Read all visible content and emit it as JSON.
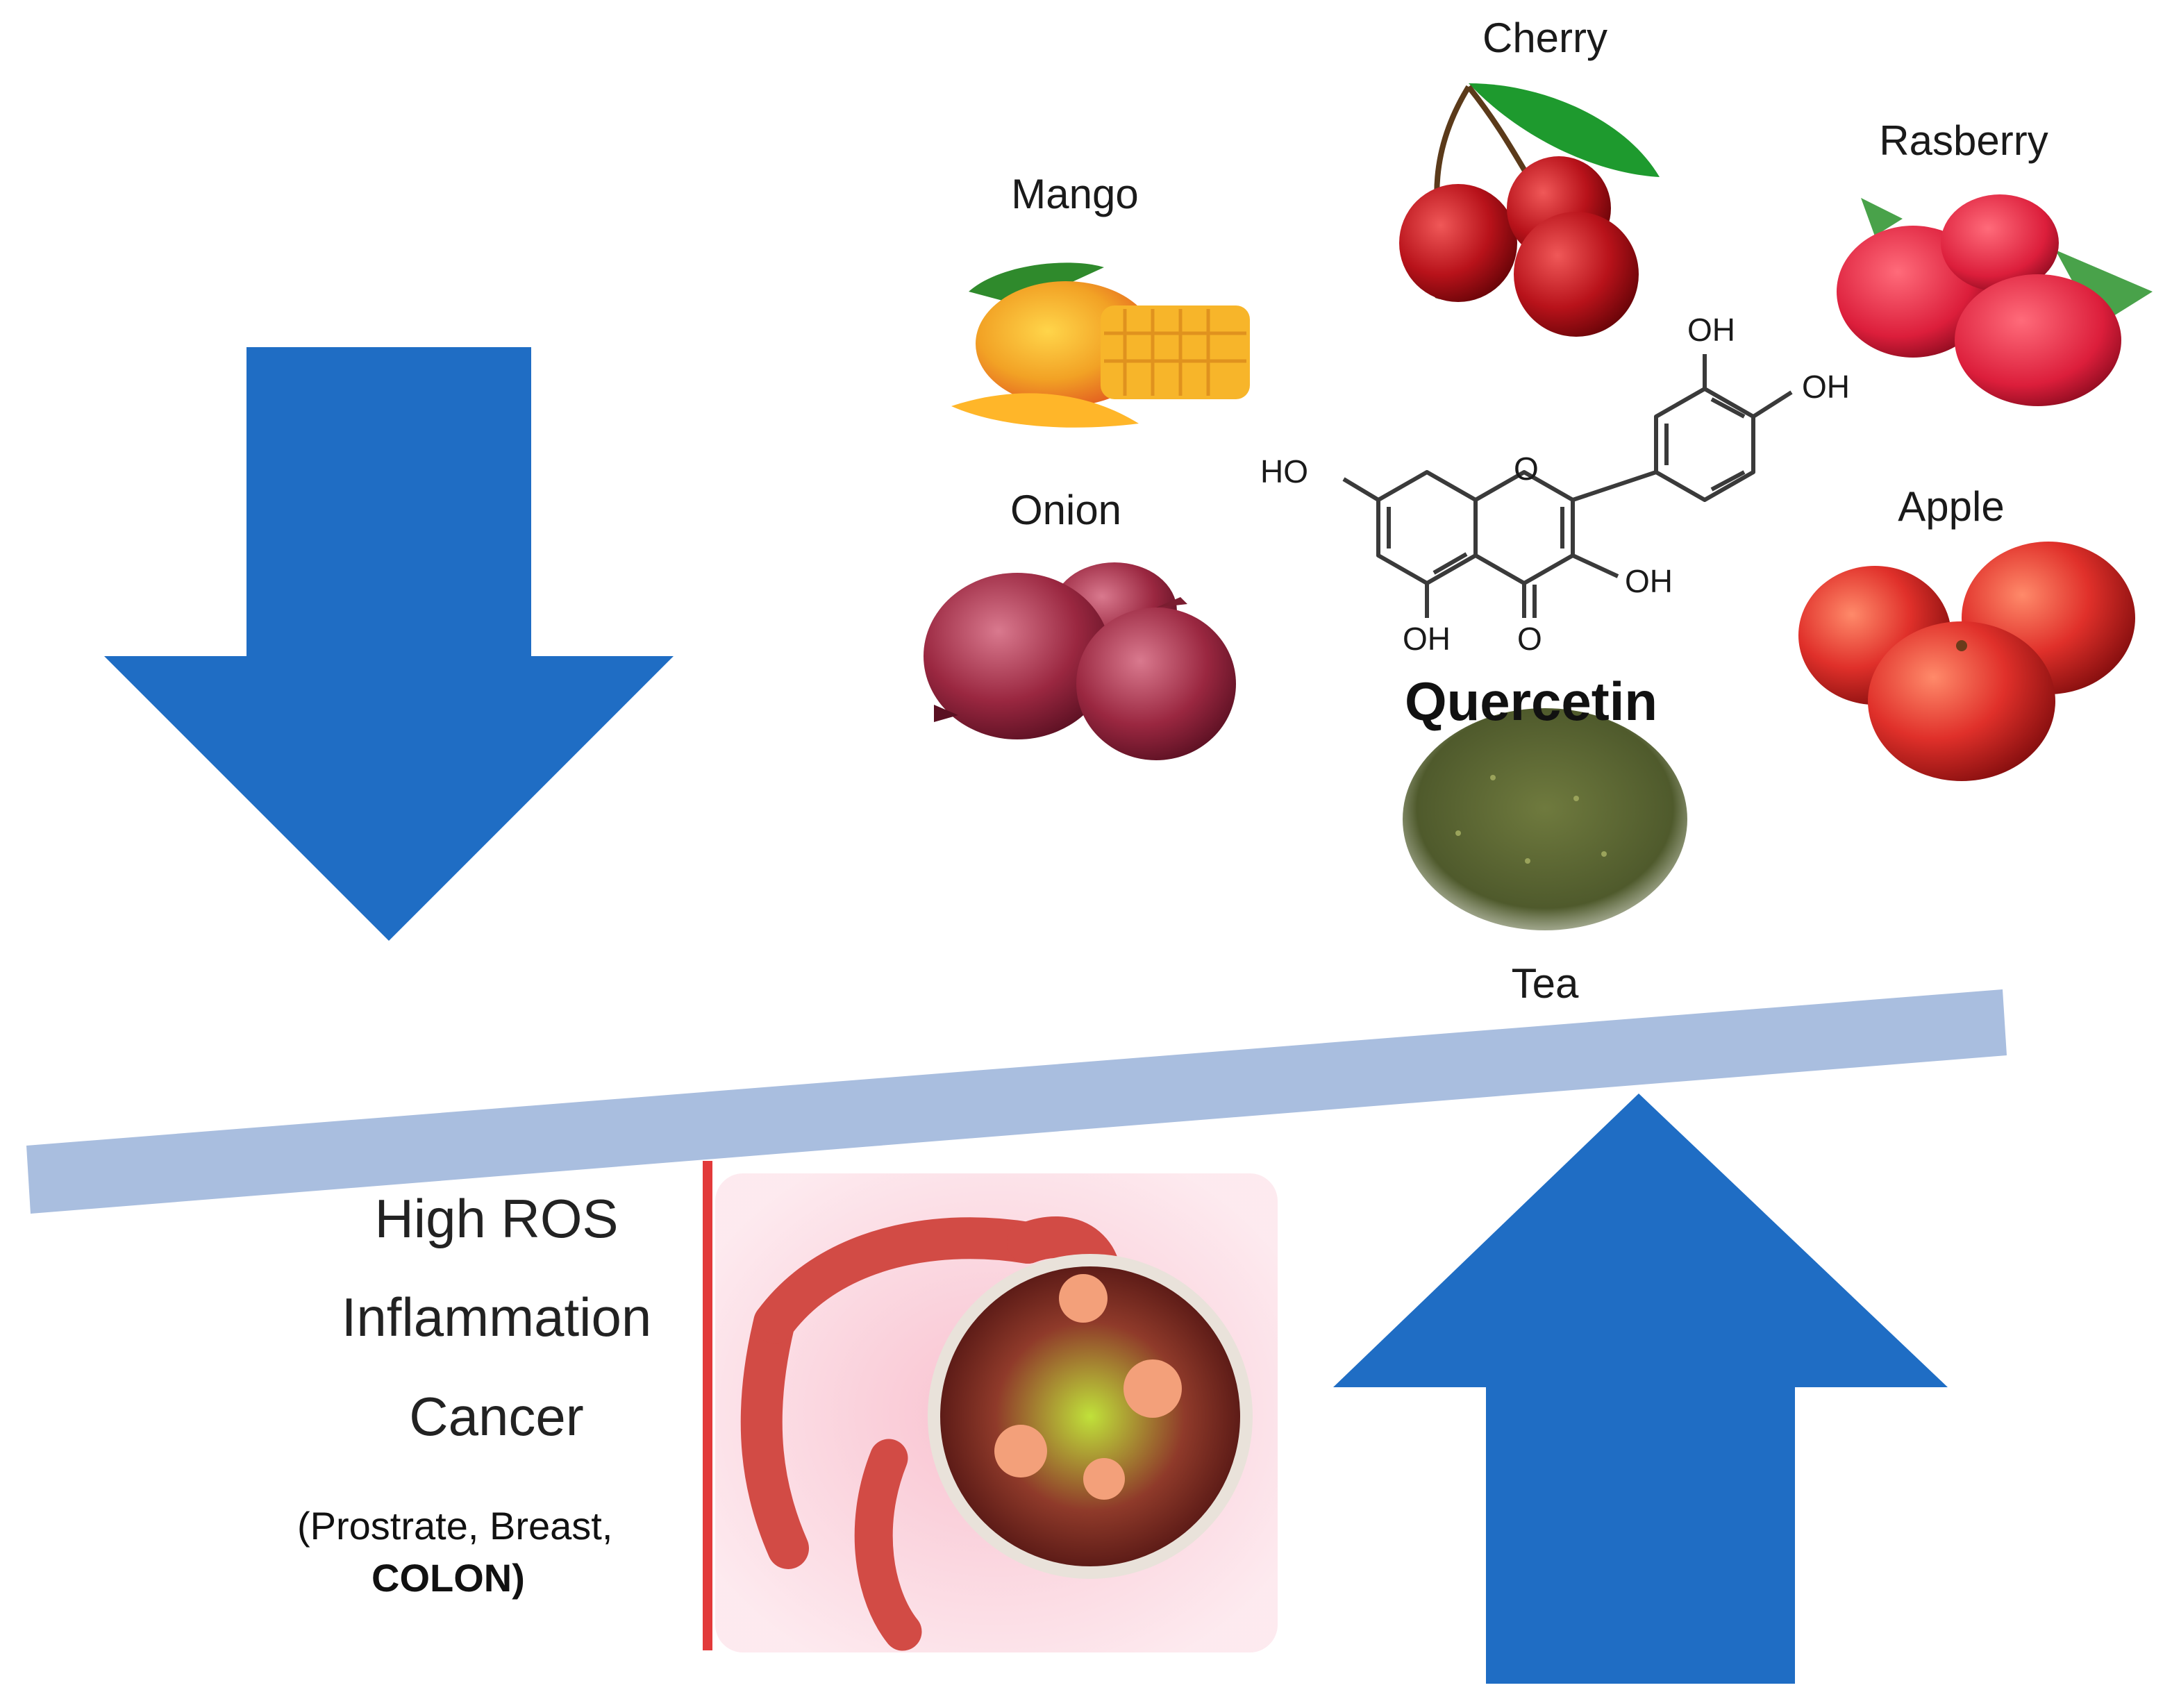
{
  "foods": {
    "mango": "Mango",
    "cherry": "Cherry",
    "rasberry": "Rasberry",
    "onion": "Onion",
    "apple": "Apple",
    "tea": "Tea"
  },
  "molecule": {
    "name": "Quercetin",
    "groups": {
      "oh_top": "OH",
      "oh_right": "OH",
      "ho_left": "HO",
      "oh_mid": "OH",
      "oh_bottom": "OH",
      "o_ring": "O",
      "o_keto": "O"
    }
  },
  "effects": {
    "line1": "High ROS",
    "line2": "Inflammation",
    "line3": "Cancer",
    "note_part1": "(Prostrate, Breast,",
    "note_part2": "COLON)"
  },
  "colors": {
    "arrow": "#1f6dc4",
    "beam": "#a9bedf",
    "marker": "#e23a3a"
  }
}
